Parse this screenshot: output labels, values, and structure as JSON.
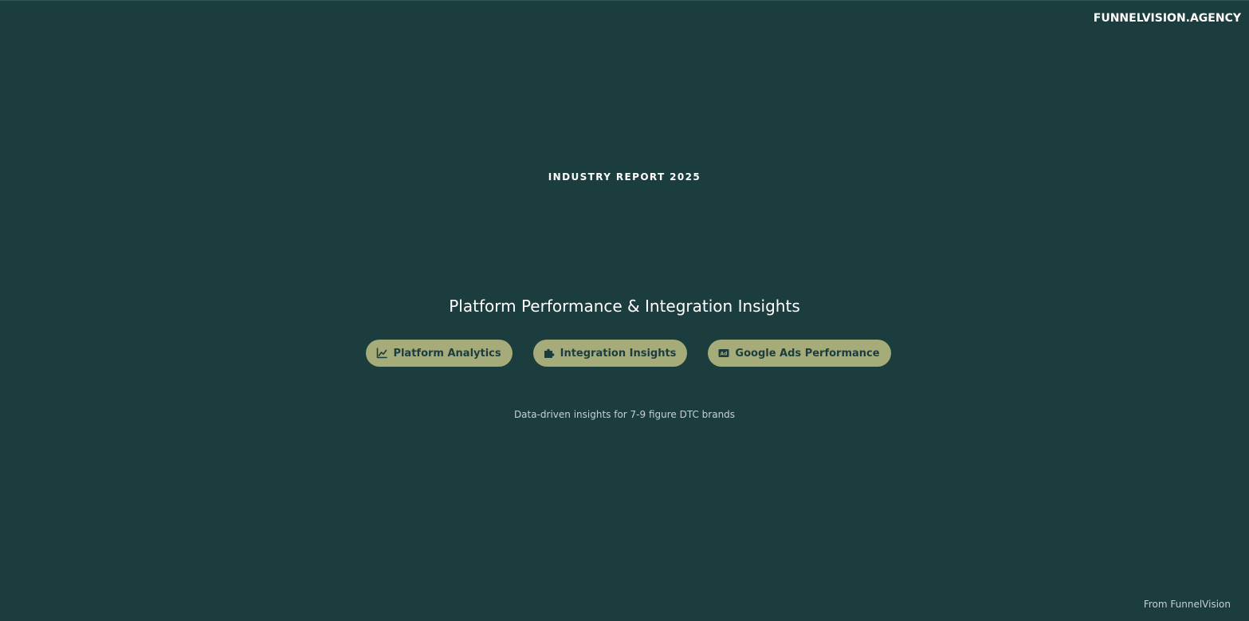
{
  "header": {
    "brand": "FUNNELVISION.AGENCY"
  },
  "hero": {
    "eyebrow": "INDUSTRY REPORT 2025",
    "headline": "Platform Performance & Integration Insights",
    "tagline": "Data-driven insights for 7-9 figure DTC brands"
  },
  "pills": [
    {
      "label": "Platform Analytics",
      "icon": "line-chart-icon"
    },
    {
      "label": "Integration Insights",
      "icon": "puzzle-piece-icon"
    },
    {
      "label": "Google Ads Performance",
      "icon": "ad-badge-icon"
    }
  ],
  "footer": {
    "credit": "From FunnelVision"
  },
  "colors": {
    "background": "#1c3d3d",
    "pill_background": "#a6ab7a",
    "pill_text": "#1c3d3d",
    "text_primary": "#ffffff",
    "text_muted": "#c8d0cf"
  }
}
